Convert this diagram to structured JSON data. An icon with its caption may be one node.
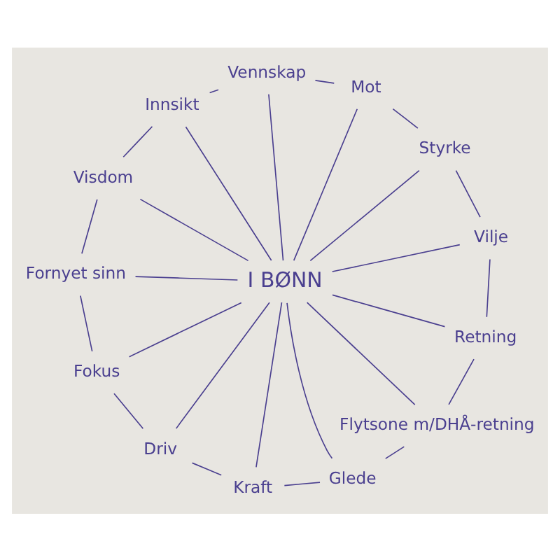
{
  "diagram": {
    "nodes": [
      {
        "text": [
          "Visdom"
        ]
      },
      {
        "text": [
          "Fornyet sinn"
        ]
      },
      {
        "text": [
          "Fokus"
        ]
      },
      {
        "text": [
          "Innsikt"
        ]
      },
      {
        "text": [
          "Vennskap"
        ]
      },
      {
        "text": [
          "I BØNN"
        ]
      },
      {
        "text": [
          "Driv"
        ]
      },
      {
        "text": [
          "Mot"
        ]
      },
      {
        "text": [
          "Kraft"
        ]
      },
      {
        "text": [
          "Glede"
        ]
      },
      {
        "text": [
          "Styrke"
        ]
      },
      {
        "text": [
          "Flytsone m/DHÅ-retning"
        ]
      },
      {
        "text": [
          "Vilje"
        ]
      },
      {
        "text": [
          "Retning"
        ]
      }
    ],
    "edges": [
      {
        "from": 4,
        "to": 3,
        "arrow": "none"
      },
      {
        "from": 3,
        "to": 0,
        "arrow": "none"
      },
      {
        "from": 0,
        "to": 1,
        "arrow": "none"
      },
      {
        "from": 1,
        "to": 2,
        "arrow": "none"
      },
      {
        "from": 2,
        "to": 6,
        "arrow": "none"
      },
      {
        "from": 6,
        "to": 8,
        "arrow": "none"
      },
      {
        "from": 8,
        "to": 9,
        "arrow": "none"
      },
      {
        "from": 9,
        "to": 11,
        "arrow": "none"
      },
      {
        "from": 11,
        "to": 13,
        "arrow": "none"
      },
      {
        "from": 13,
        "to": 12,
        "arrow": "none"
      },
      {
        "from": 12,
        "to": 10,
        "arrow": "none"
      },
      {
        "from": 10,
        "to": 7,
        "arrow": "none"
      },
      {
        "from": 7,
        "to": 4,
        "arrow": "none"
      },
      {
        "from": 5,
        "to": 3,
        "arrow": "none"
      },
      {
        "from": 5,
        "to": 0,
        "arrow": "none"
      },
      {
        "from": 5,
        "to": 1,
        "arrow": "none"
      },
      {
        "from": 5,
        "to": 2,
        "arrow": "none"
      },
      {
        "from": 5,
        "to": 4,
        "arrow": "none"
      },
      {
        "from": 5,
        "to": 6,
        "arrow": "none"
      },
      {
        "from": 5,
        "to": 7,
        "arrow": "none"
      },
      {
        "from": 5,
        "to": 8,
        "arrow": "none"
      },
      {
        "from": 5,
        "to": 10,
        "arrow": "none"
      },
      {
        "from": 5,
        "to": 9,
        "arrow": "none"
      },
      {
        "from": 5,
        "to": 12,
        "arrow": "none"
      },
      {
        "from": 5,
        "to": 13,
        "arrow": "none"
      },
      {
        "from": 5,
        "to": 11,
        "arrow": "none"
      }
    ]
  }
}
